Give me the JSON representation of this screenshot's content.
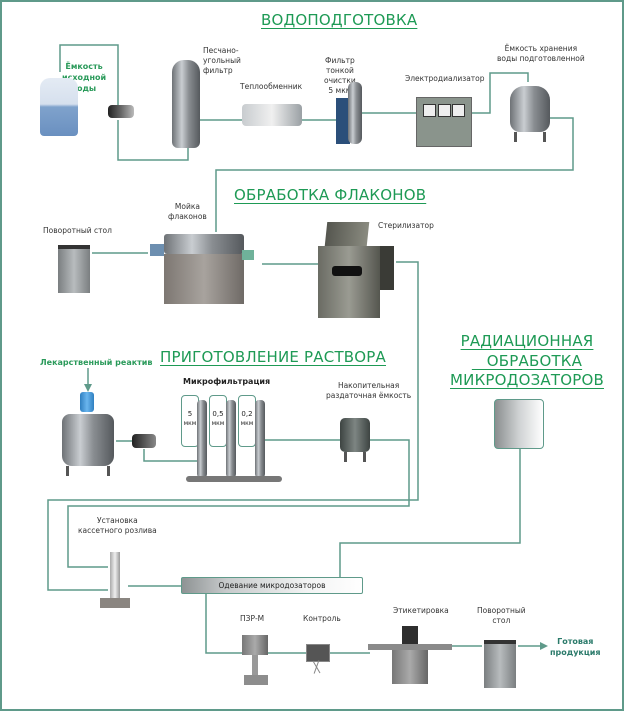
{
  "sections": {
    "water": "ВОДОПОДГОТОВКА",
    "vials": "ОБРАБОТКА ФЛАКОНОВ",
    "solution": "ПРИГОТОВЛЕНИЕ РАСТВОРА",
    "radiation": "РАДИАЦИОННАЯ\n   ОБРАБОТКА\nМИКРОДОЗАТОРОВ"
  },
  "water_treatment": {
    "source_tank": "Ёмкость\nисходной\nводы",
    "sand_filter": "Песчано-\nугольный\nфильтр",
    "heat_exchanger": "Теплообменник",
    "fine_filter": "Фильтр\nтонкой\nочистки\n5 мкм",
    "electrodialyzer": "Электродиализатор",
    "storage_tank": "Ёмкость хранения\nводы подготовленной"
  },
  "vial_processing": {
    "rotary_table": "Поворотный стол",
    "vial_washer": "Мойка\nфлаконов",
    "sterilizer": "Стерилизатор"
  },
  "solution_prep": {
    "reagent": "Лекарственный реактив",
    "microfiltration": "Микрофильтрация",
    "filters": [
      {
        "size": "5",
        "unit": "мкм"
      },
      {
        "size": "0,5",
        "unit": "мкм"
      },
      {
        "size": "0,2",
        "unit": "мкм"
      }
    ],
    "dispensing_tank": "Накопительная\nраздаточная ёмкость"
  },
  "filling": {
    "cassette_filling": "Установка\nкассетного розлива",
    "capping_bar": "Одевание микродозаторов"
  },
  "final_line": {
    "pzr": "ПЗР-М",
    "control": "Контроль",
    "labeling": "Этикетировка",
    "rotary_table": "Поворотный\nстол",
    "finished_product": "Готовая\nпродукция"
  },
  "colors": {
    "line": "#5f9a8a",
    "section_title": "#1e9a55",
    "green_label": "#2a9a5a"
  }
}
